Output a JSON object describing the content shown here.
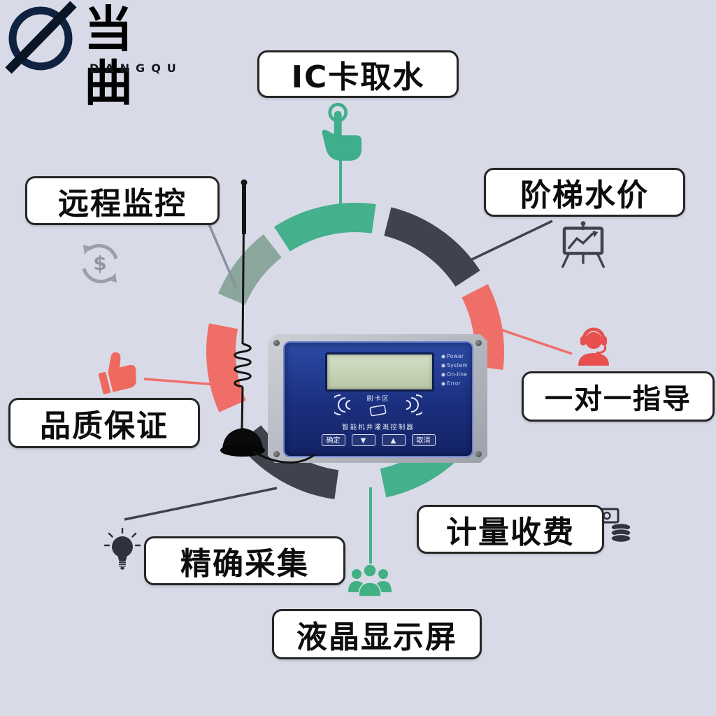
{
  "page": {
    "background": "#d8dbe7"
  },
  "logo": {
    "brand": "当曲",
    "latin": "DANGQU"
  },
  "features": {
    "ic_card": {
      "label": "IC卡取水",
      "icon": "touch-icon"
    },
    "remote": {
      "label": "远程监控",
      "icon": "money-cycle-icon"
    },
    "ladder": {
      "label": "阶梯水价",
      "icon": "easel-chart-icon"
    },
    "guide": {
      "label": "一对一指导",
      "icon": "headset-icon"
    },
    "quality": {
      "label": "品质保证",
      "icon": "thumbs-up-icon"
    },
    "meter": {
      "label": "计量收费",
      "icon": "coins-icon"
    },
    "precise": {
      "label": "精确采集",
      "icon": "lightbulb-icon"
    },
    "lcd": {
      "label": "液晶显示屏",
      "icon": "people-icon"
    }
  },
  "device": {
    "card_area_label": "刷卡区",
    "name_label": "智能机井灌溉控制器",
    "buttons": [
      "确定",
      "▼",
      "▲",
      "取消"
    ],
    "indicators": [
      "Power",
      "System",
      "On-line",
      "Error"
    ]
  },
  "icons": {
    "dollar": "$"
  },
  "colors": {
    "green": "#45b08c",
    "dark": "#3f434e",
    "red": "#ef6f68",
    "gray_green": "#8ba69b",
    "panel_blue": "#1b2f7e"
  }
}
